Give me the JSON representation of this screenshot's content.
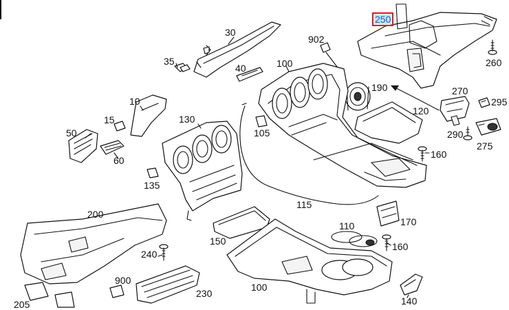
{
  "diagram": {
    "labels": [
      {
        "id": "p250",
        "text": "250",
        "selected": true
      },
      {
        "id": "p30",
        "text": "30"
      },
      {
        "id": "p902",
        "text": "902"
      },
      {
        "id": "p35",
        "text": "35"
      },
      {
        "id": "p40",
        "text": "40"
      },
      {
        "id": "p100a",
        "text": "100"
      },
      {
        "id": "p260",
        "text": "260"
      },
      {
        "id": "p190",
        "text": "190"
      },
      {
        "id": "p270",
        "text": "270"
      },
      {
        "id": "p10",
        "text": "10"
      },
      {
        "id": "p120",
        "text": "120"
      },
      {
        "id": "p295",
        "text": "295"
      },
      {
        "id": "p130",
        "text": "130"
      },
      {
        "id": "p15",
        "text": "15"
      },
      {
        "id": "p105",
        "text": "105"
      },
      {
        "id": "p290",
        "text": "290"
      },
      {
        "id": "p50",
        "text": "50"
      },
      {
        "id": "p275",
        "text": "275"
      },
      {
        "id": "p160a",
        "text": "160"
      },
      {
        "id": "p60",
        "text": "60"
      },
      {
        "id": "p135",
        "text": "135"
      },
      {
        "id": "p115",
        "text": "115"
      },
      {
        "id": "p200",
        "text": "200"
      },
      {
        "id": "p170",
        "text": "170"
      },
      {
        "id": "p110",
        "text": "110"
      },
      {
        "id": "p150",
        "text": "150"
      },
      {
        "id": "p160b",
        "text": "160"
      },
      {
        "id": "p240",
        "text": "240"
      },
      {
        "id": "p900",
        "text": "900"
      },
      {
        "id": "p230",
        "text": "230"
      },
      {
        "id": "p100b",
        "text": "100"
      },
      {
        "id": "p140",
        "text": "140"
      },
      {
        "id": "p205",
        "text": "205"
      }
    ]
  }
}
